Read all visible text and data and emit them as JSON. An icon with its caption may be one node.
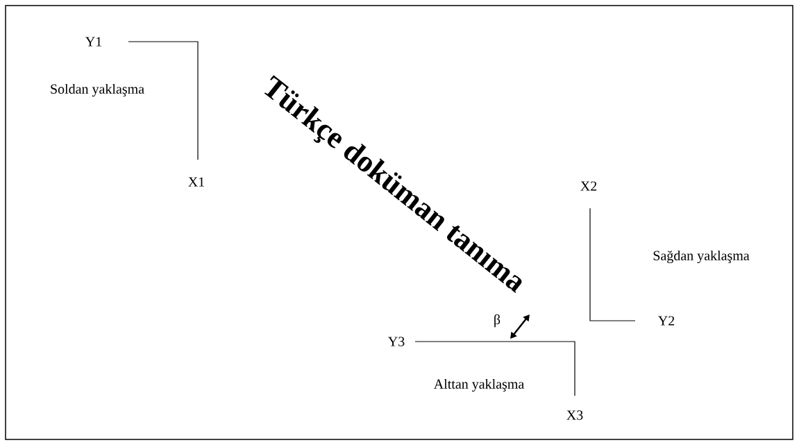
{
  "diagram": {
    "labels": [
      "Y1",
      "Türkçe doküman tanıma",
      "Soldan yaklaşma",
      "X1",
      "X2",
      "Sağdan yaklaşma",
      "β",
      "Y2",
      "Y3",
      "Alttan yaklaşma",
      "X3"
    ]
  }
}
